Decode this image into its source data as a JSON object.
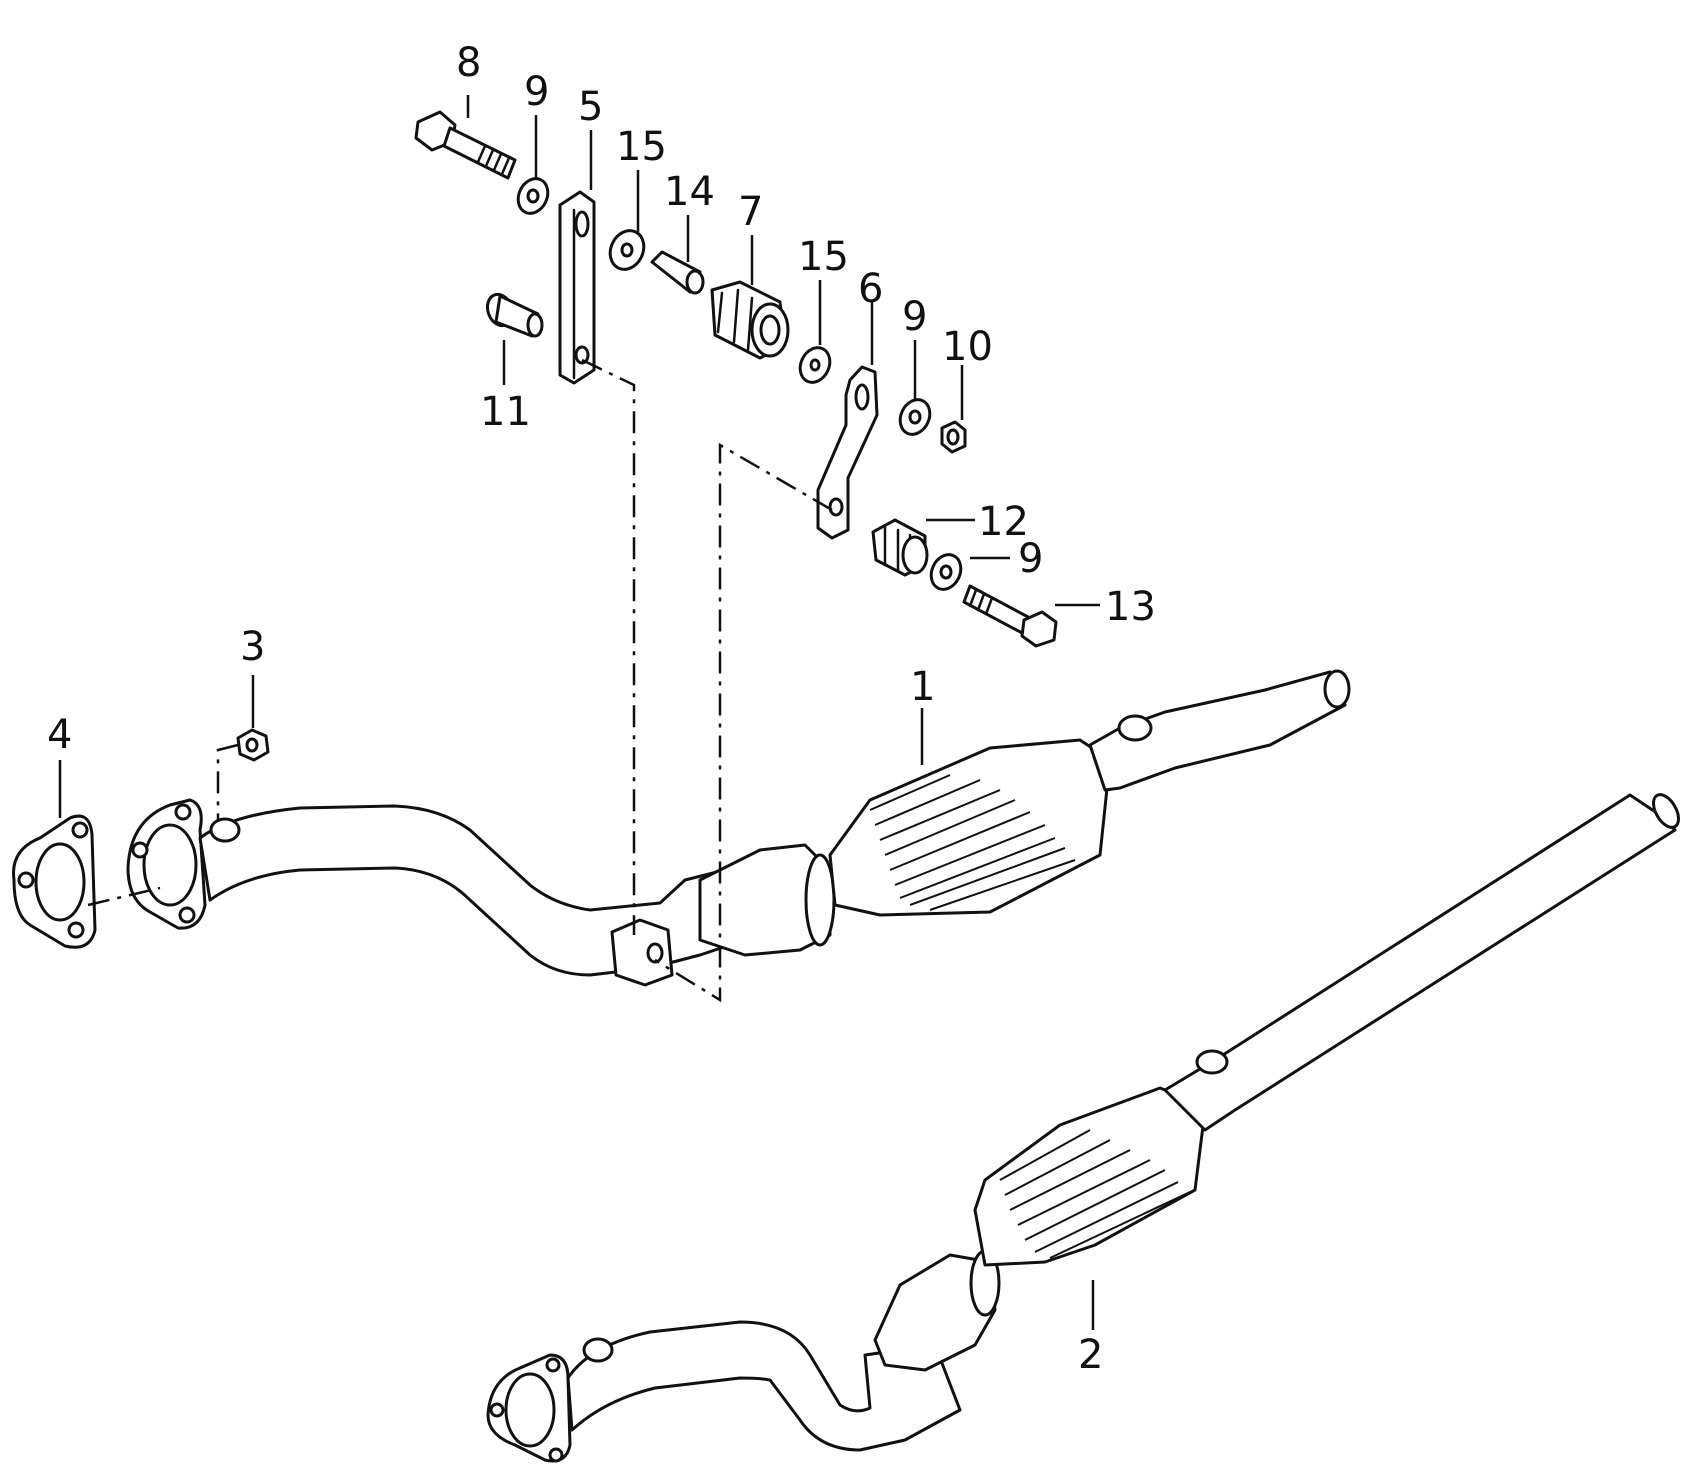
{
  "callouts": {
    "c1": "1",
    "c2": "2",
    "c3": "3",
    "c4": "4",
    "c5": "5",
    "c6": "6",
    "c7": "7",
    "c8": "8",
    "c9a": "9",
    "c9b": "9",
    "c9c": "9",
    "c10": "10",
    "c11": "11",
    "c12": "12",
    "c13": "13",
    "c14": "14",
    "c15a": "15",
    "c15b": "15"
  }
}
